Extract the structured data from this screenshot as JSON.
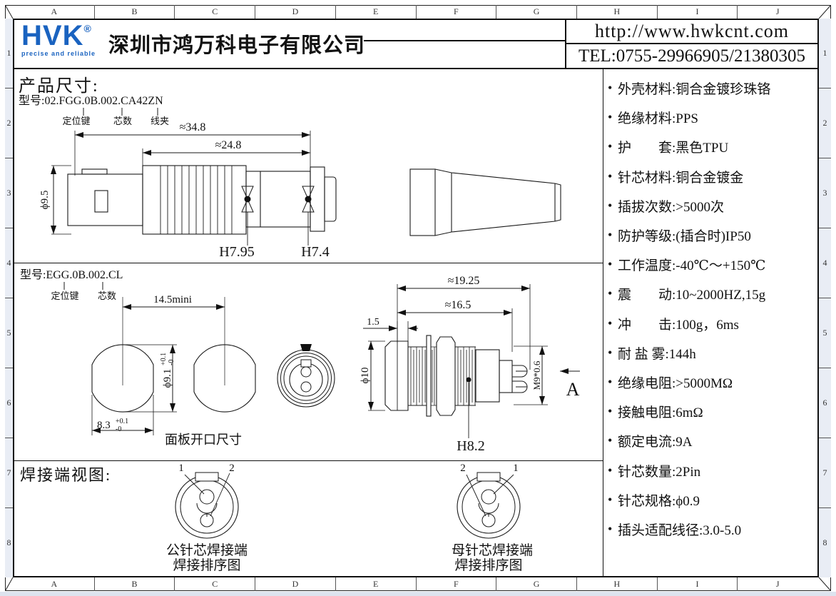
{
  "frame": {
    "cols": [
      "A",
      "B",
      "C",
      "D",
      "E",
      "F",
      "G",
      "H",
      "I",
      "J"
    ],
    "rows": [
      "1",
      "2",
      "3",
      "4",
      "5",
      "6",
      "7",
      "8"
    ]
  },
  "header": {
    "logo_text": "HVK",
    "logo_reg": "®",
    "logo_tagline": "precise and reliable",
    "brand_color": "#1a63c0",
    "company": "深圳市鸿万科电子有限公司",
    "website": "http://www.hwkcnt.com",
    "tel": "TEL:0755-29966905/21380305"
  },
  "product": {
    "section_title": "产品尺寸:",
    "plug": {
      "model": "型号:02.FGG.0B.002.CA42ZN",
      "callout_1": "定位键",
      "callout_2": "芯数",
      "callout_3": "线夹",
      "dim_total": "≈34.8",
      "dim_front": "≈24.8",
      "dim_dia": "ϕ9.5",
      "marker_1": "H7.95",
      "marker_2": "H7.4"
    },
    "receptacle": {
      "model": "型号:EGG.0B.002.CL",
      "callout_1": "定位键",
      "callout_2": "芯数",
      "panel_dim_width": "14.5mini",
      "panel_dia": "ϕ9.1",
      "panel_dia_tol_up": "+0.1",
      "panel_dia_tol_dn": "-0",
      "panel_flat": "8.3",
      "panel_flat_tol_up": "+0.1",
      "panel_flat_tol_dn": "-0",
      "panel_caption": "面板开口尺寸",
      "dim_total": "≈19.25",
      "dim_thread": "≈16.5",
      "dim_lip": "1.5",
      "dim_dia": "ϕ10",
      "thread_spec": "M9*0.6",
      "view_label": "A",
      "marker": "H8.2"
    }
  },
  "solder": {
    "section_title": "焊接端视图:",
    "male": {
      "pin_left": "1",
      "pin_right": "2",
      "caption_1": "公针芯焊接端",
      "caption_2": "焊接排序图"
    },
    "female": {
      "pin_left": "2",
      "pin_right": "1",
      "caption_1": "母针芯焊接端",
      "caption_2": "焊接排序图"
    }
  },
  "specs": {
    "items": [
      "外壳材料:铜合金镀珍珠铬",
      "绝缘材料:PPS",
      "护　　套:黑色TPU",
      "针芯材料:铜合金镀金",
      "插拔次数:>5000次",
      "防护等级:(插合时)IP50",
      "工作温度:-40℃～+150℃",
      "震　　动:10~2000HZ,15g",
      "冲　　击:100g，6ms",
      "耐 盐 雾:144h",
      "绝缘电阻:>5000MΩ",
      "接触电阻:6mΩ",
      "额定电流:9A",
      "针芯数量:2Pin",
      "针芯规格:ϕ0.9",
      "插头适配线径:3.0-5.0"
    ]
  }
}
